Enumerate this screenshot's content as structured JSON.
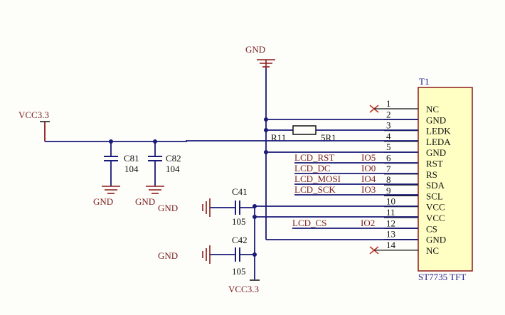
{
  "labels": {
    "gnd": "GND",
    "vcc": "VCC3.3",
    "c81": "C81",
    "c81_val": "104",
    "c82": "C82",
    "c82_val": "104",
    "c41": "C41",
    "c41_val": "105",
    "c42": "C42",
    "c42_val": "105",
    "r11": "R11",
    "r11_val": "5R1",
    "ic_ref": "T1",
    "ic_name": "ST7735 TFT"
  },
  "pins": [
    {
      "num": "1",
      "name": "NC"
    },
    {
      "num": "2",
      "name": "GND"
    },
    {
      "num": "3",
      "name": "LEDK"
    },
    {
      "num": "4",
      "name": "LEDA"
    },
    {
      "num": "5",
      "name": "GND"
    },
    {
      "num": "6",
      "name": "RST"
    },
    {
      "num": "7",
      "name": "RS"
    },
    {
      "num": "8",
      "name": "SDA"
    },
    {
      "num": "9",
      "name": "SCL"
    },
    {
      "num": "10",
      "name": "VCC"
    },
    {
      "num": "11",
      "name": "VCC"
    },
    {
      "num": "12",
      "name": "CS"
    },
    {
      "num": "13",
      "name": "GND"
    },
    {
      "num": "14",
      "name": "NC"
    }
  ],
  "nets": [
    {
      "name": "LCD_RST",
      "io": "IO5"
    },
    {
      "name": "LCD_DC",
      "io": "IO0"
    },
    {
      "name": "LCD_MOSI",
      "io": "IO4"
    },
    {
      "name": "LCD_SCK",
      "io": "IO3"
    },
    {
      "name": "LCD_CS",
      "io": "IO2"
    }
  ],
  "colors": {
    "wire": "#1a1a78",
    "label": "#7a1f1f",
    "chip_fill": "#ffffc4",
    "no_connect": "#c0392b"
  }
}
